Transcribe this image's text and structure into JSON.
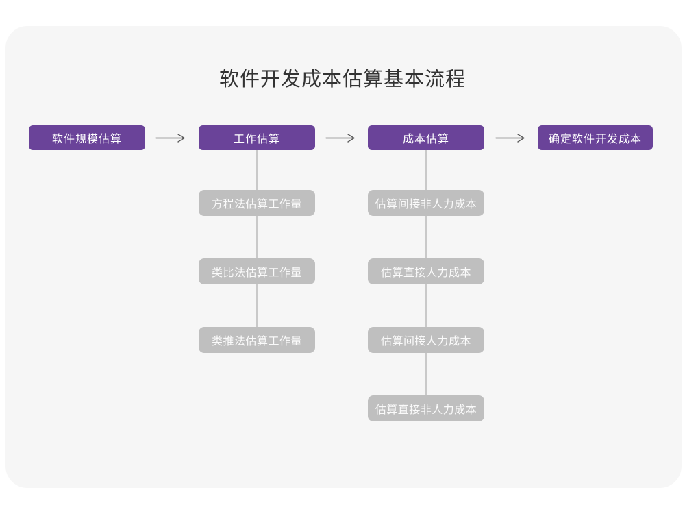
{
  "title": "软件开发成本估算基本流程",
  "colors": {
    "accent": "#6A4399",
    "secondary": "#BFBFBF",
    "card_bg": "#F6F6F6",
    "connector": "#C9C9C9",
    "arrow": "#595959"
  },
  "icons": {
    "flow_arrow": "right-arrow"
  },
  "stages": [
    {
      "label": "软件规模估算"
    },
    {
      "label": "工作估算"
    },
    {
      "label": "成本估算"
    },
    {
      "label": "确定软件开发成本"
    }
  ],
  "work_estimation_methods": [
    {
      "label": "方程法估算工作量"
    },
    {
      "label": "类比法估算工作量"
    },
    {
      "label": "类推法估算工作量"
    }
  ],
  "cost_estimation_steps": [
    {
      "label": "估算间接非人力成本"
    },
    {
      "label": "估算直接人力成本"
    },
    {
      "label": "估算间接人力成本"
    },
    {
      "label": "估算直接非人力成本"
    }
  ]
}
